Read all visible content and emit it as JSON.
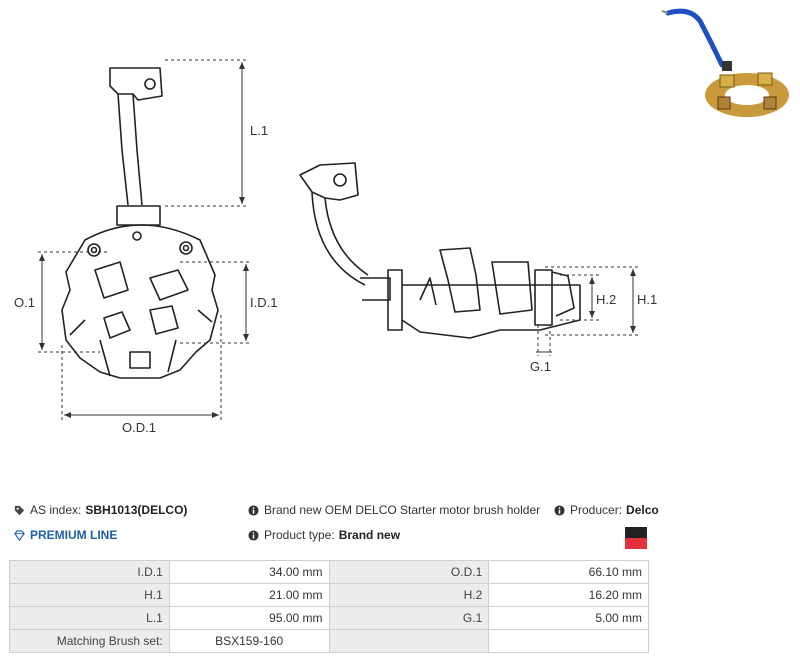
{
  "diagram": {
    "labels": {
      "L1": "L.1",
      "O1": "O.1",
      "ID1": "I.D.1",
      "OD1": "O.D.1",
      "H2": "H.2",
      "H1": "H.1",
      "G1": "G.1"
    }
  },
  "info": {
    "as_index_label": "AS index:",
    "as_index_value": "SBH1013(DELCO)",
    "premium_line": "PREMIUM LINE",
    "description": "Brand new OEM DELCO Starter motor brush holder",
    "product_type_label": "Product type:",
    "product_type_value": "Brand new",
    "producer_label": "Producer:",
    "producer_value": "Delco"
  },
  "specs": {
    "rows": [
      {
        "k1": "I.D.1",
        "v1": "34.00 mm",
        "k2": "O.D.1",
        "v2": "66.10 mm"
      },
      {
        "k1": "H.1",
        "v1": "21.00 mm",
        "k2": "H.2",
        "v2": "16.20 mm"
      },
      {
        "k1": "L.1",
        "v1": "95.00 mm",
        "k2": "G.1",
        "v2": "5.00 mm"
      }
    ],
    "matching_label": "Matching Brush set:",
    "matching_value": "BSX159-160"
  },
  "colors": {
    "premium_blue": "#1f5fa8",
    "flag_black": "#222222",
    "flag_red": "#e2313a"
  }
}
